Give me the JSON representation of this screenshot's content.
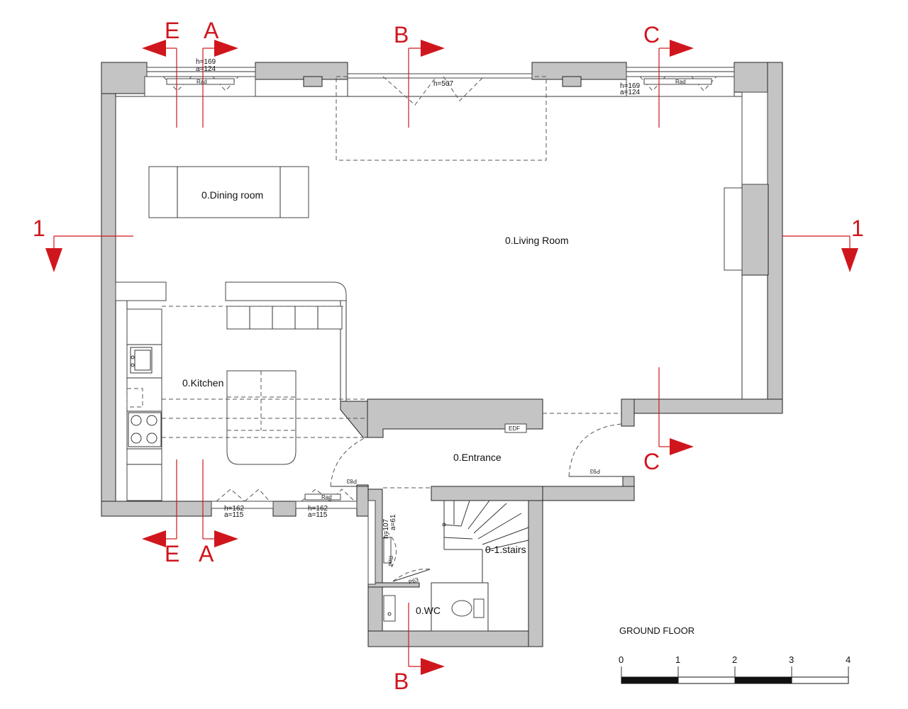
{
  "plan": {
    "floor_title": "GROUND FLOOR",
    "rooms": {
      "dining": "0.Dining room",
      "living": "0.Living Room",
      "kitchen": "0.Kitchen",
      "entrance": "0.Entrance",
      "stairs": "0-1.stairs",
      "wc": "0.WC"
    },
    "section_labels": {
      "a": "A",
      "b": "B",
      "c": "C",
      "e": "E",
      "one": "1"
    },
    "annotations": {
      "top_left_window": [
        "h=169",
        "a=124"
      ],
      "top_right_window": [
        "h=169",
        "a=124"
      ],
      "top_door": "h=507",
      "bottom_left_window": [
        "h=162",
        "a=115"
      ],
      "bottom_mid_window": [
        "h=162",
        "a=115"
      ],
      "stair_window": [
        "h=107",
        "a=61"
      ],
      "rad": "Rad",
      "edf": "EDF",
      "door_p93": "P93",
      "door_p83": "P83",
      "door_p63": "P63",
      "door_p73": "P73"
    },
    "scale": {
      "ticks": [
        "0",
        "1",
        "2",
        "3",
        "4"
      ]
    }
  }
}
